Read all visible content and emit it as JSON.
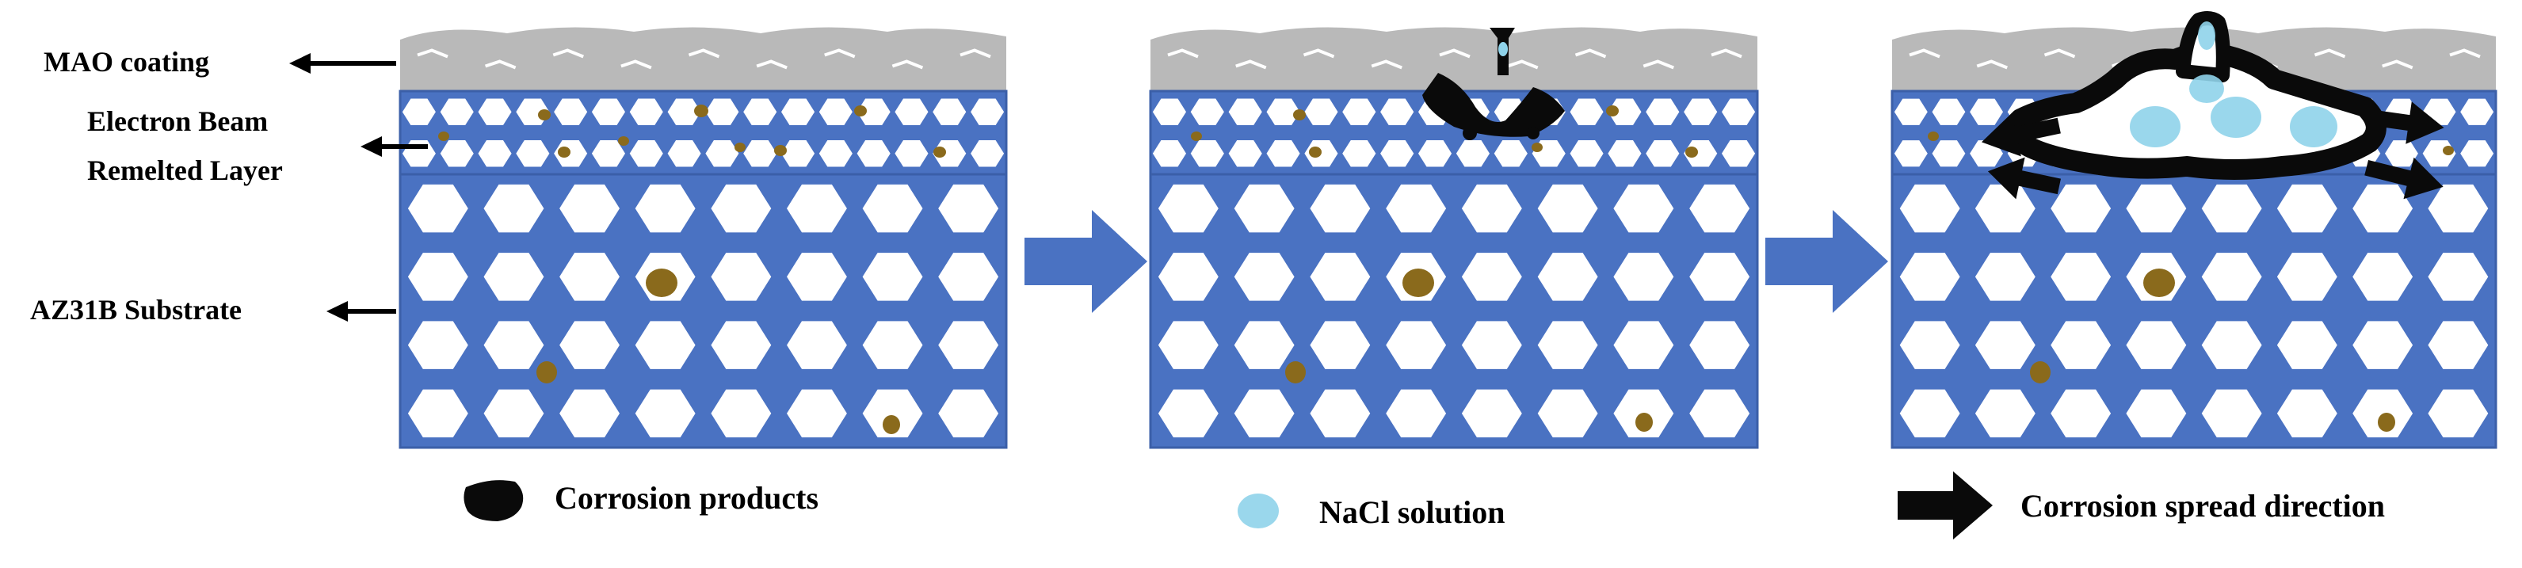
{
  "labels": {
    "mao_coating": "MAO coating",
    "eb_layer_line1": "Electron Beam",
    "eb_layer_line2": "Remelted Layer",
    "substrate": "AZ31B Substrate"
  },
  "legend": {
    "corrosion_products": "Corrosion products",
    "nacl_solution": "NaCl solution",
    "spread_direction": "Corrosion spread direction"
  },
  "colors": {
    "matrix_blue": "#4a72c2",
    "matrix_edge": "#3b5fa8",
    "coating_gray": "#b9b9b9",
    "grain_white": "#ffffff",
    "particle_brown": "#8a6a1c",
    "nacl_blue": "#8fd3ea",
    "corrosion_black": "#0a0a0a",
    "arrow_blue": "#4a72c2"
  }
}
